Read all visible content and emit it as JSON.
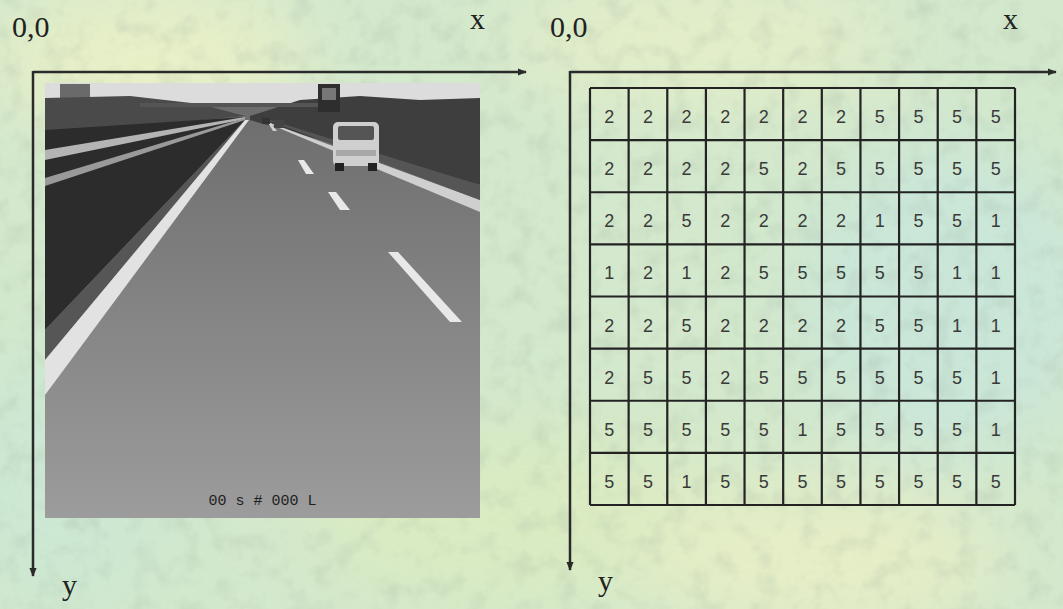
{
  "diagram": {
    "labels": [
      "0,0",
      "x",
      "y",
      "00 s # 000 L",
      "0,0",
      "x",
      "y",
      "2",
      "2",
      "2",
      "2",
      "2",
      "2",
      "2",
      "5",
      "5",
      "5",
      "5",
      "2",
      "2",
      "2",
      "2",
      "5",
      "2",
      "5",
      "5",
      "5",
      "5",
      "5",
      "2",
      "2",
      "5",
      "2",
      "2",
      "2",
      "2",
      "1",
      "5",
      "5",
      "1",
      "1",
      "2",
      "1",
      "2",
      "5",
      "5",
      "5",
      "5",
      "5",
      "1",
      "1",
      "2",
      "2",
      "5",
      "2",
      "2",
      "2",
      "2",
      "5",
      "5",
      "1",
      "1",
      "2",
      "5",
      "5",
      "2",
      "5",
      "5",
      "5",
      "5",
      "5",
      "5",
      "1",
      "5",
      "5",
      "5",
      "5",
      "5",
      "1",
      "5",
      "5",
      "5",
      "5",
      "1",
      "5",
      "5",
      "1",
      "5",
      "5",
      "5",
      "5",
      "5",
      "5",
      "5",
      "5"
    ]
  }
}
